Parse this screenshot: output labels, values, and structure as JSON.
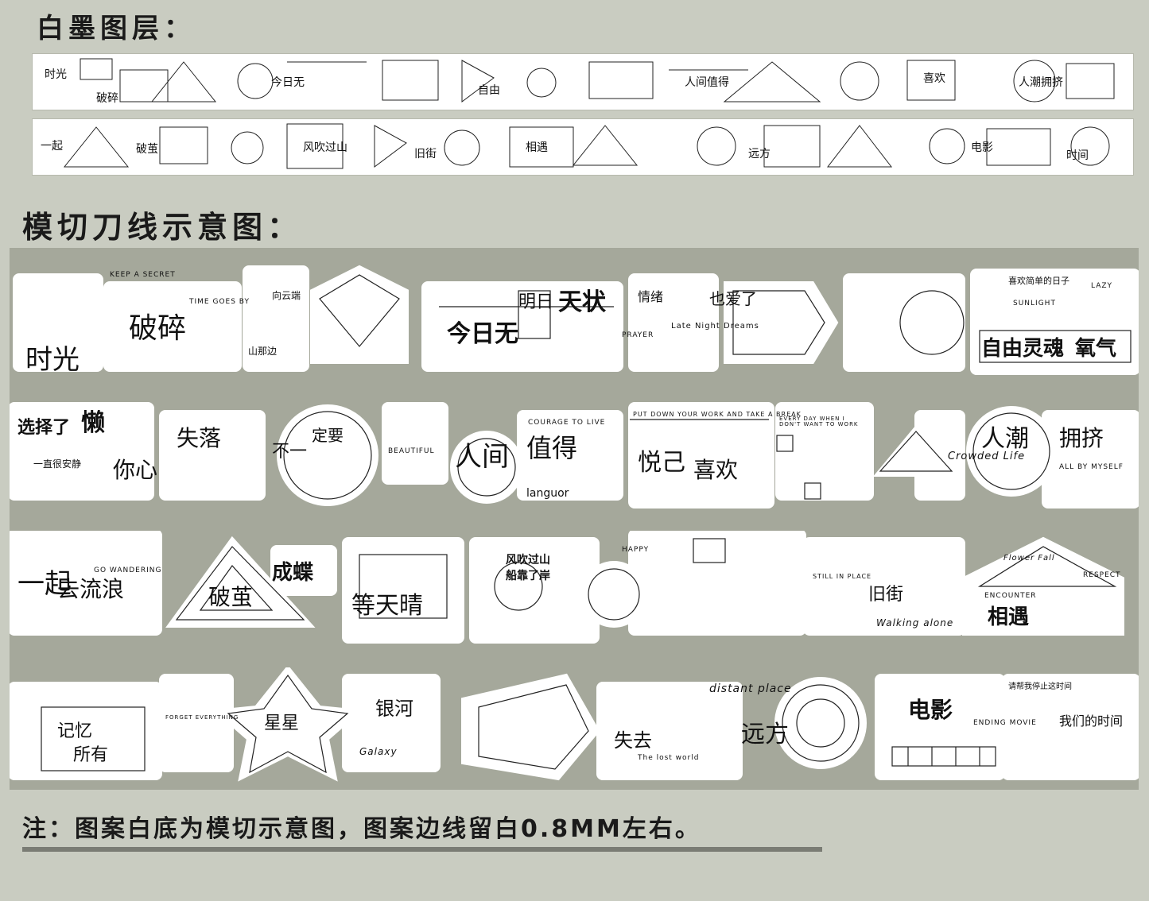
{
  "headings": {
    "white_ink_layer": "白墨图层：",
    "die_cut_diagram": "模切刀线示意图："
  },
  "footnote": "注：图案白底为模切示意图，图案边线留白0.8MM左右。",
  "colors": {
    "page_bg": "#c9ccc1",
    "panel_bg": "#a5a89b",
    "ink": "#111111",
    "underline": "#7a7c74"
  },
  "band_text": {
    "row1": [
      "时光",
      "破碎",
      "TIME GOES BY",
      "KEEP A SECRET",
      "山那边",
      "向云端",
      "今日无",
      "明日",
      "天状",
      "PRAYER",
      "Late Night Dreams",
      "情绪",
      "也爱了",
      "自由灵魂",
      "氧气",
      "喜欢简单的日子",
      "SUNLIGHT",
      "LAZY"
    ],
    "row2": [
      "选择了",
      "懒",
      "一直很安静",
      "你心",
      "失落",
      "不一",
      "定要",
      "人间",
      "值得",
      "COURAGE TO LIVE",
      "BEAUTIFUL",
      "languor",
      "PUT DOWN YOUR WORK AND TAKE A BREAK",
      "EVERY DAY WHEN I DON'T WANT TO WORK",
      "悦己",
      "喜欢",
      "人潮",
      "拥挤",
      "Crowded Life",
      "ALL BY MYSELF"
    ],
    "row3": [
      "一起",
      "去流浪",
      "GO WANDERING",
      "破茧",
      "成蝶",
      "等天晴",
      "风吹过山",
      "船靠了岸",
      "HAPPY",
      "STILL IN PLACE",
      "旧街",
      "Walking alone",
      "ENCOUNTER",
      "相遇",
      "RESPECT",
      "Flower Fall"
    ],
    "row4": [
      "记忆",
      "所有",
      "FORGET EVERYTHING",
      "银河",
      "星星",
      "Galaxy",
      "失去",
      "The lost world",
      "distant place",
      "远方",
      "电影",
      "ENDING MOVIE",
      "请帮我停止这时间",
      "我们的时间"
    ]
  }
}
